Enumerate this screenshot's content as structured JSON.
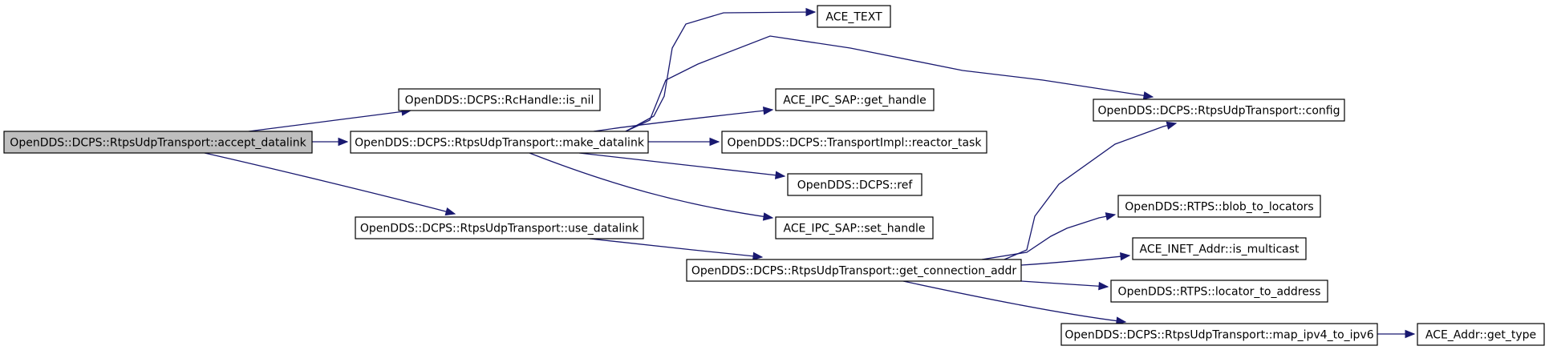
{
  "graph": {
    "root_fill": "#bfbfbf",
    "node_fill": "#ffffff",
    "edge_color": "#191970",
    "nodes": [
      {
        "id": "accept_datalink",
        "label": "OpenDDS::DCPS::RtpsUdpTransport::accept_datalink",
        "root": true
      },
      {
        "id": "is_nil",
        "label": "OpenDDS::DCPS::RcHandle::is_nil"
      },
      {
        "id": "make_datalink",
        "label": "OpenDDS::DCPS::RtpsUdpTransport::make_datalink"
      },
      {
        "id": "use_datalink",
        "label": "OpenDDS::DCPS::RtpsUdpTransport::use_datalink"
      },
      {
        "id": "ace_text",
        "label": "ACE_TEXT"
      },
      {
        "id": "get_handle",
        "label": "ACE_IPC_SAP::get_handle"
      },
      {
        "id": "reactor_task",
        "label": "OpenDDS::DCPS::TransportImpl::reactor_task"
      },
      {
        "id": "ref",
        "label": "OpenDDS::DCPS::ref"
      },
      {
        "id": "set_handle",
        "label": "ACE_IPC_SAP::set_handle"
      },
      {
        "id": "get_connection_addr",
        "label": "OpenDDS::DCPS::RtpsUdpTransport::get_connection_addr"
      },
      {
        "id": "config",
        "label": "OpenDDS::DCPS::RtpsUdpTransport::config"
      },
      {
        "id": "blob_to_locators",
        "label": "OpenDDS::RTPS::blob_to_locators"
      },
      {
        "id": "is_multicast",
        "label": "ACE_INET_Addr::is_multicast"
      },
      {
        "id": "locator_to_address",
        "label": "OpenDDS::RTPS::locator_to_address"
      },
      {
        "id": "map_ipv4_to_ipv6",
        "label": "OpenDDS::DCPS::RtpsUdpTransport::map_ipv4_to_ipv6"
      },
      {
        "id": "get_type",
        "label": "ACE_Addr::get_type"
      }
    ],
    "edges": [
      {
        "from": "accept_datalink",
        "to": "is_nil"
      },
      {
        "from": "accept_datalink",
        "to": "make_datalink"
      },
      {
        "from": "accept_datalink",
        "to": "use_datalink"
      },
      {
        "from": "make_datalink",
        "to": "ace_text"
      },
      {
        "from": "make_datalink",
        "to": "config"
      },
      {
        "from": "make_datalink",
        "to": "get_handle"
      },
      {
        "from": "make_datalink",
        "to": "reactor_task"
      },
      {
        "from": "make_datalink",
        "to": "ref"
      },
      {
        "from": "make_datalink",
        "to": "set_handle"
      },
      {
        "from": "use_datalink",
        "to": "get_connection_addr"
      },
      {
        "from": "get_connection_addr",
        "to": "config"
      },
      {
        "from": "get_connection_addr",
        "to": "blob_to_locators"
      },
      {
        "from": "get_connection_addr",
        "to": "is_multicast"
      },
      {
        "from": "get_connection_addr",
        "to": "locator_to_address"
      },
      {
        "from": "get_connection_addr",
        "to": "map_ipv4_to_ipv6"
      },
      {
        "from": "map_ipv4_to_ipv6",
        "to": "get_type"
      }
    ]
  }
}
